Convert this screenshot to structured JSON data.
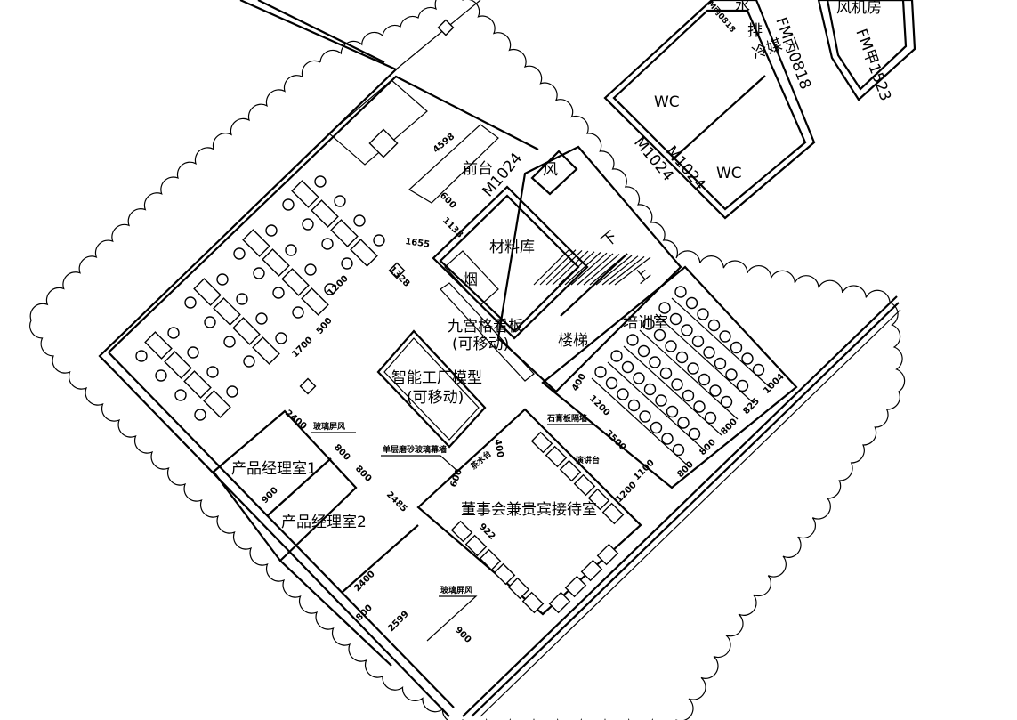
{
  "rooms": {
    "reception": "前台",
    "storage": "材料库",
    "smoke": "烟",
    "kanban": "九宫格看板",
    "kanban_note": "(可移动)",
    "stairs": "楼梯",
    "stairs_down": "下",
    "stairs_up": "上",
    "training": "培训室",
    "factory_model": "智能工厂模型",
    "factory_note": "(可移动)",
    "wind": "风",
    "wc1": "WC",
    "wc2": "WC",
    "exhaust": "排",
    "refrigerant": "冷媒",
    "water": "水",
    "fan_room": "风机房",
    "lecture": "演讲台",
    "pm1": "产品经理室1",
    "pm2": "产品经理室2",
    "tea": "茶水台",
    "board": "董事会兼贵宾接待室"
  },
  "doors": {
    "m1024_a": "M1024",
    "m1024_b": "M1024",
    "m1024_c": "M1024",
    "fm_b": "M丙0818",
    "fm_c": "FM丙0818",
    "fm_a": "FM甲1523"
  },
  "notes": {
    "gypsum": "石膏板隔墙",
    "glass_screen_1": "玻璃屏风",
    "frosted_glass": "单层磨砂玻璃幕墙",
    "glass_screen_2": "玻璃屏风"
  },
  "dimensions": {
    "d4598": "4598",
    "d600a": "600",
    "d1133": "1133",
    "d1655": "1655",
    "d1328": "1328",
    "d1200a": "1200",
    "d500": "500",
    "d1700": "1700",
    "d400a": "400",
    "d1200b": "1200",
    "d3500": "3500",
    "d1100": "1100",
    "d1200c": "1200",
    "d800a": "800",
    "d800b": "800",
    "d800c": "800",
    "d825": "825",
    "d1004": "1004",
    "d2400a": "2400",
    "d800d": "800",
    "d800e": "800",
    "d900a": "900",
    "d2485": "2485",
    "d400b": "400",
    "d600b": "600",
    "d922": "922",
    "d2400b": "2400",
    "d800f": "800",
    "d2599": "2599",
    "d900b": "900"
  }
}
